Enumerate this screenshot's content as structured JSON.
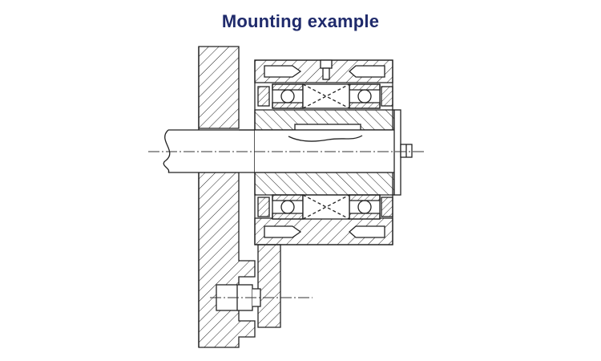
{
  "title": "Mounting example",
  "colors": {
    "title": "#1f2a6b",
    "line": "#222222",
    "hatch": "#222222",
    "background": "#ffffff"
  },
  "drawing": {
    "components": [
      "wall-plate",
      "shaft",
      "clutch-housing",
      "inner-ring-hub",
      "ball-bearing-top-left",
      "ball-bearing-top-right",
      "ball-bearing-bottom-left",
      "ball-bearing-bottom-right",
      "sprag-cage-top",
      "sprag-cage-bottom",
      "keyway",
      "end-cap",
      "set-screw",
      "torque-arm",
      "torque-pin",
      "centerline-shaft",
      "centerline-pin"
    ]
  }
}
